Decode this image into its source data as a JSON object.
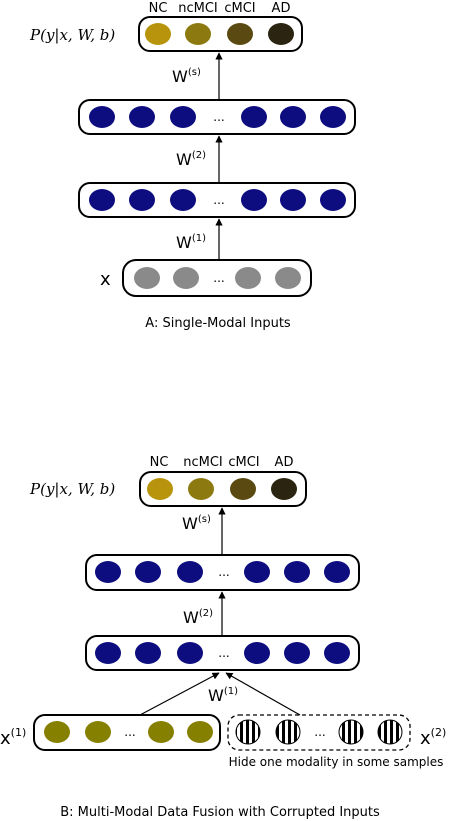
{
  "panel_a": {
    "caption": "A: Single-Modal Inputs",
    "output_label": "P(y|x, W, b)",
    "classes": [
      "NC",
      "ncMCI",
      "cMCI",
      "AD"
    ],
    "input_label": "x",
    "weights": {
      "w1": "W",
      "w1_sup": "(1)",
      "w2": "W",
      "w2_sup": "(2)",
      "ws": "W",
      "ws_sup": "(s)"
    },
    "ellipsis": "..."
  },
  "panel_b": {
    "caption": "B: Multi-Modal Data Fusion with Corrupted Inputs",
    "output_label": "P(y|x, W, b)",
    "classes": [
      "NC",
      "ncMCI",
      "cMCI",
      "AD"
    ],
    "input1_label": "x",
    "input1_sup": "(1)",
    "input2_label": "x",
    "input2_sup": "(2)",
    "corruption_note": "Hide one modality in some samples",
    "weights": {
      "w1": "W",
      "w1_sup": "(1)",
      "w2": "W",
      "w2_sup": "(2)",
      "ws": "W",
      "ws_sup": "(s)"
    },
    "ellipsis": "..."
  },
  "colors": {
    "hidden_unit": "#0d0d80",
    "input_unit": "#8a8a8a",
    "modality1_unit": "#868000",
    "class_nc": "#b8940c",
    "class_ncmci": "#8c7a10",
    "class_cmci": "#5a4a12",
    "class_ad": "#2a2410"
  }
}
